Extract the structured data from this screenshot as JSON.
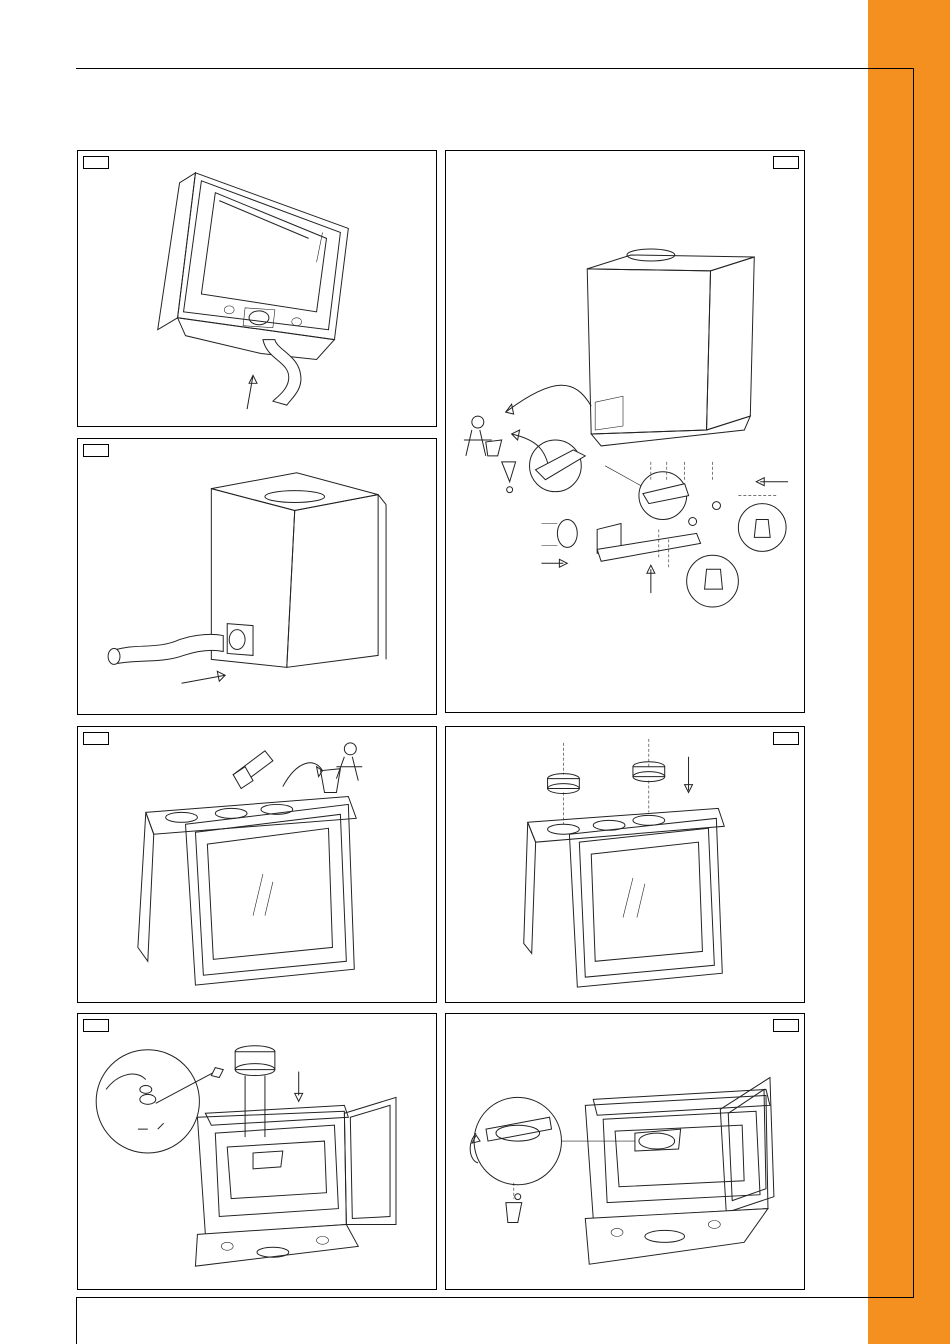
{
  "colors": {
    "accent": "#f39020",
    "line": "#222222"
  },
  "panels": [
    {
      "id": "p1",
      "icon": "stove-tilted-duct-icon"
    },
    {
      "id": "p2",
      "icon": "stove-side-duct-icon"
    },
    {
      "id": "p3",
      "icon": "stove-hammer-knockout-icon"
    },
    {
      "id": "p4",
      "icon": "stove-top-collars-icon"
    },
    {
      "id": "p5",
      "icon": "stove-collar-detail-icon"
    },
    {
      "id": "p6",
      "icon": "stove-baffle-removal-icon"
    },
    {
      "id": "p7",
      "icon": "stove-deflector-removal-icon"
    }
  ]
}
